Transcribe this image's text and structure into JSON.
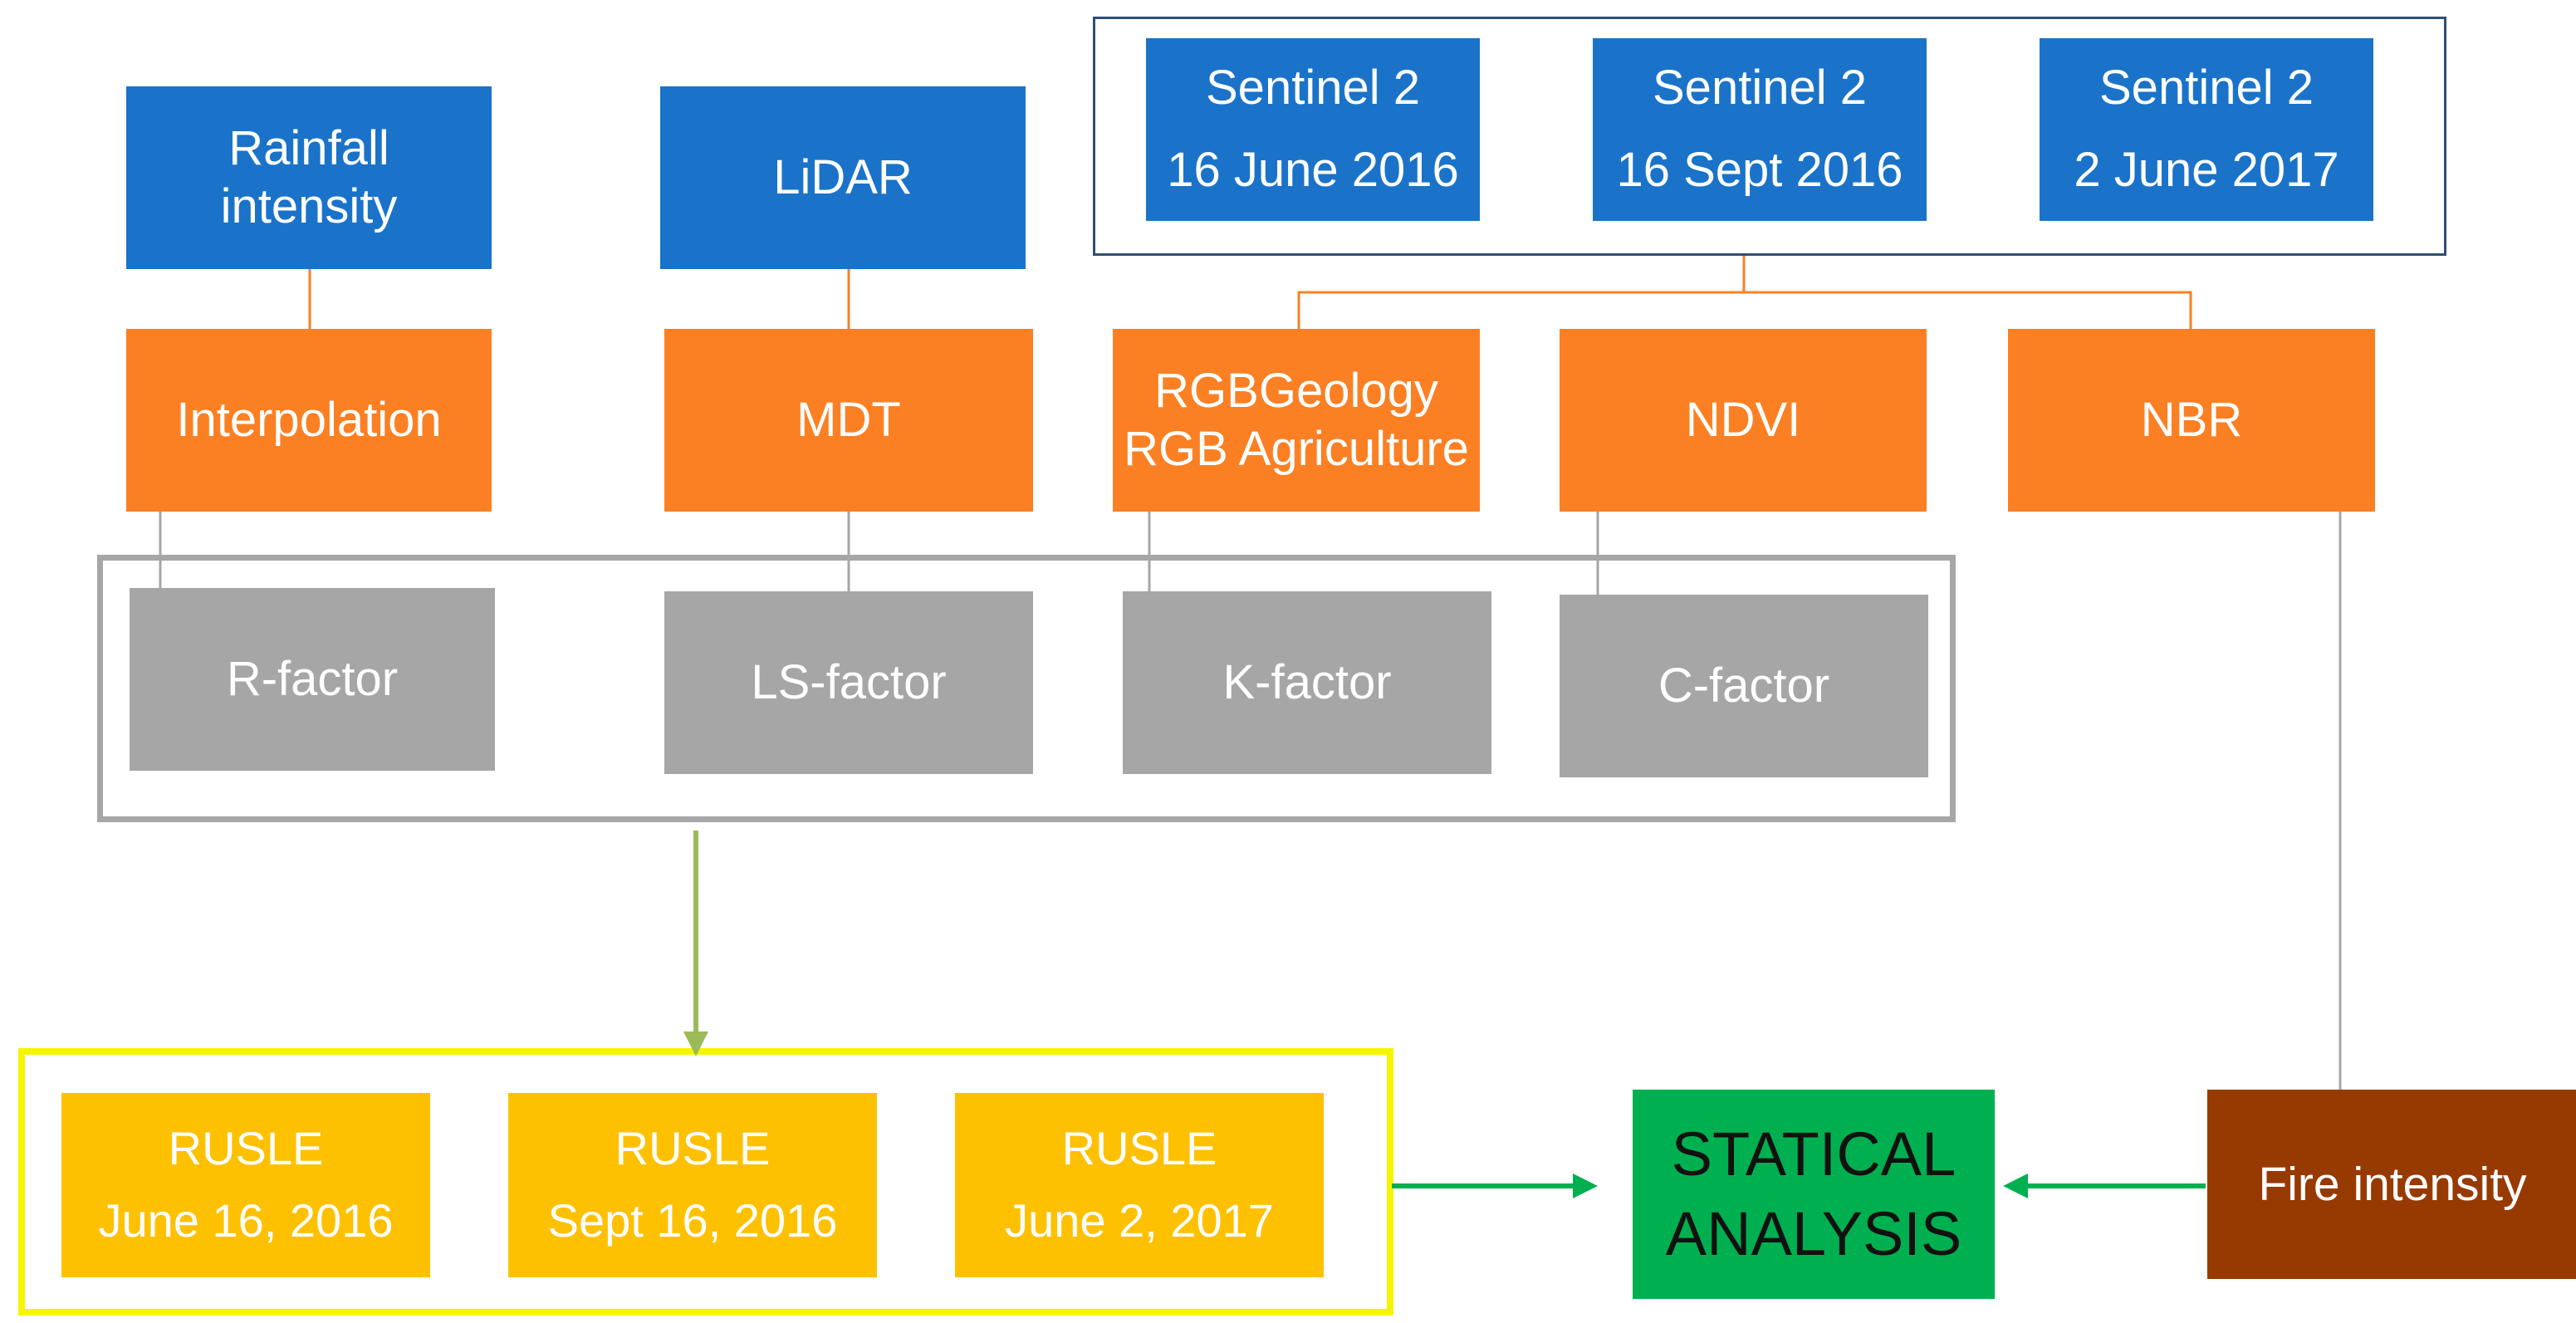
{
  "inputs": {
    "rainfall": [
      "Rainfall",
      "intensity"
    ],
    "lidar": [
      "LiDAR"
    ],
    "sentinel": [
      [
        "Sentinel 2",
        "16 June 2016"
      ],
      [
        "Sentinel 2",
        "16 Sept 2016"
      ],
      [
        "Sentinel 2",
        "2 June 2017"
      ]
    ]
  },
  "processing": {
    "interpolation": "Interpolation",
    "mdt": "MDT",
    "rgb": [
      "RGBGeology",
      "RGB Agriculture"
    ],
    "ndvi": "NDVI",
    "nbr": "NBR"
  },
  "factors": {
    "r": "R-factor",
    "ls": "LS-factor",
    "k": "K-factor",
    "c": "C-factor"
  },
  "rusle": [
    [
      "RUSLE",
      "June 16, 2016"
    ],
    [
      "RUSLE",
      "Sept 16, 2016"
    ],
    [
      "RUSLE",
      "June 2, 2017"
    ]
  ],
  "analysis": [
    "STATICAL",
    "ANALYSIS"
  ],
  "fire": "Fire intensity",
  "colors": {
    "blue": "#1a73c9",
    "orange": "#fb8023",
    "gray": "#a6a6a6",
    "yellow": "#fec102",
    "green": "#00b050",
    "brown": "#973a02",
    "arrow_green": "#00b050",
    "arrow_olive": "#9bbb59"
  }
}
